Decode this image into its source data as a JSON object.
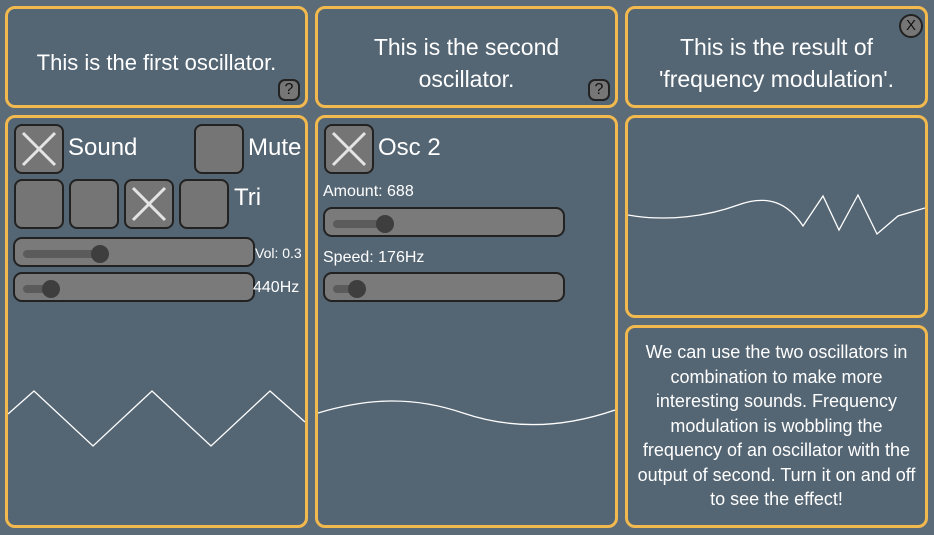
{
  "colors": {
    "border": "#f2b94f",
    "panel": "#546573",
    "background": "#5b6b78",
    "control": "#757575",
    "wave": "#ffffff"
  },
  "osc1": {
    "title": "This is the first oscillator.",
    "help_label": "?",
    "sound_label": "Sound",
    "sound_checked": true,
    "mute_label": "Mute",
    "mute_checked": false,
    "wave_label": "Tri",
    "wave_options": [
      false,
      false,
      true,
      false
    ],
    "volume": {
      "label": "Vol: 0.3",
      "value": 0.3,
      "fraction": 0.3
    },
    "frequency": {
      "label": "440Hz",
      "value": 440,
      "fraction": 0.05
    }
  },
  "osc2": {
    "title": "This is the second oscillator.",
    "help_label": "?",
    "enable_label": "Osc 2",
    "enable_checked": true,
    "amount": {
      "label": "Amount: 688",
      "value": 688,
      "fraction": 0.17
    },
    "speed": {
      "label": "Speed: 176Hz",
      "value": 176,
      "fraction": 0.03
    }
  },
  "fm": {
    "title": "This is the result of 'frequency modulation'.",
    "close_label": "X",
    "description": "We can use the two oscillators in combination to make more interesting sounds. Frequency modulation is wobbling the frequency of an oscillator with the output of second. Turn it on and off to see the effect!"
  }
}
